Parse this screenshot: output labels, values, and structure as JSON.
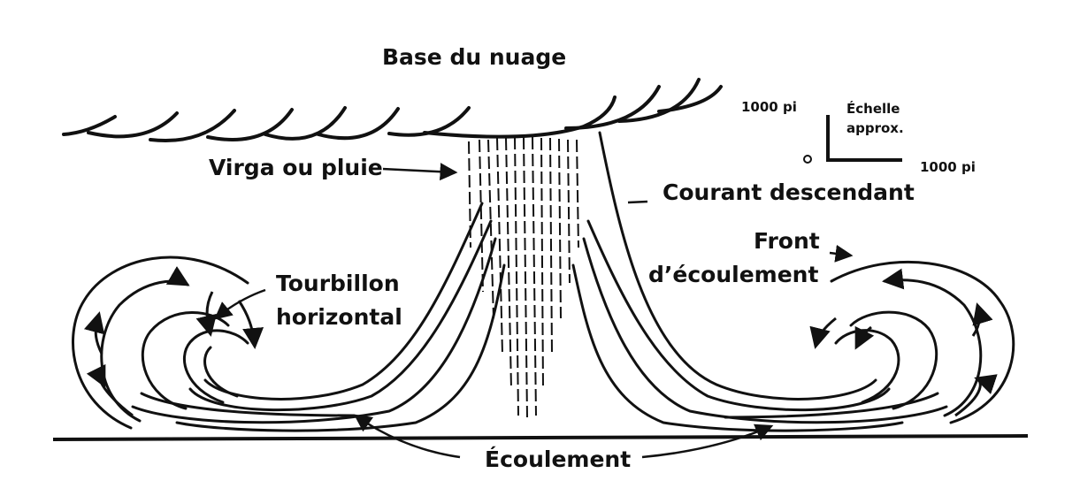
{
  "diagram": {
    "colors": {
      "ink": "#111111",
      "background": "#ffffff"
    },
    "labels": {
      "cloud_base": "Base du nuage",
      "virga": "Virga ou pluie",
      "downdraft": "Courant descendant",
      "outflow_front_1": "Front",
      "outflow_front_2": "d’écoulement",
      "vortex_1": "Tourbillon",
      "vortex_2": "horizontal",
      "outflow": "Écoulement",
      "scale_title_1": "Échelle",
      "scale_title_2": "approx.",
      "scale_vertical": "1000 pi",
      "scale_horizontal": "1000 pi"
    }
  }
}
